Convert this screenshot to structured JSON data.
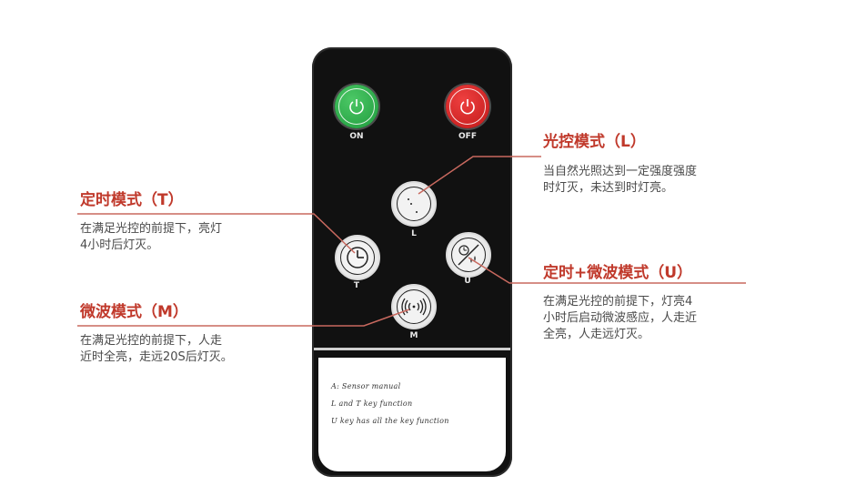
{
  "remote": {
    "buttons": {
      "on": {
        "label": "ON",
        "color": "#2eaa4a",
        "icon": "power-icon"
      },
      "off": {
        "label": "OFF",
        "color": "#d8262a",
        "icon": "power-icon"
      },
      "light": {
        "label": "L",
        "icon": "moon-icon"
      },
      "timer": {
        "label": "T",
        "icon": "clock-icon"
      },
      "timer_microwave": {
        "label": "U",
        "icon": "clock-sensor-icon"
      },
      "microwave": {
        "label": "M",
        "icon": "sensor-wave-icon"
      }
    },
    "label_panel": {
      "lines": [
        "A: Sensor manual",
        "L and T key function",
        "U key has all the key function"
      ]
    }
  },
  "callouts": {
    "light_mode": {
      "title": "光控模式（L）",
      "description": "当自然光照达到一定强度强度\n时灯灭，未达到时灯亮。"
    },
    "timer_mode": {
      "title": "定时模式（T）",
      "description": "在满足光控的前提下，亮灯\n4小时后灯灭。"
    },
    "timer_microwave_mode": {
      "title": "定时+微波模式（U）",
      "description": "在满足光控的前提下，灯亮4\n小时后启动微波感应，人走近\n全亮，人走远灯灭。"
    },
    "microwave_mode": {
      "title": "微波模式（M）",
      "description": "在满足光控的前提下，人走\n近时全亮，走远20S后灯灭。"
    }
  },
  "colors": {
    "accent": "#c0392b",
    "leader_line": "#c9695f",
    "remote_body": "#111111"
  }
}
